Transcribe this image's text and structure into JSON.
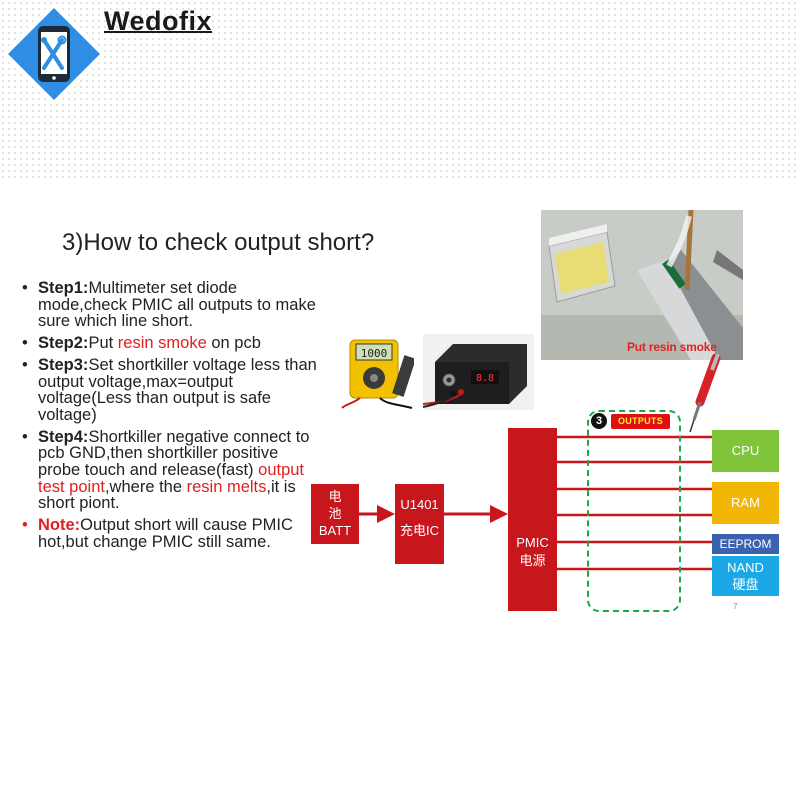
{
  "brand": {
    "name": "Wedofix",
    "colors": {
      "tile": "#2f8ee3",
      "phone": "#1d2a3a"
    }
  },
  "slide": {
    "title": "3)How to check output short?",
    "steps": [
      {
        "label": "Step1:",
        "parts": [
          {
            "text": "Multimeter set diode mode,check PMIC all outputs to make sure which line short."
          }
        ]
      },
      {
        "label": "Step2:",
        "parts": [
          {
            "text": "Put "
          },
          {
            "text": "resin smoke",
            "red": true
          },
          {
            "text": " on pcb"
          }
        ]
      },
      {
        "label": "Step3:",
        "parts": [
          {
            "text": "Set shortkiller voltage less than output voltage,max=output voltage(Less than output is safe voltage)"
          }
        ]
      },
      {
        "label": "Step4:",
        "parts": [
          {
            "text": "Shortkiller negative connect to pcb GND,then shortkiller positive probe touch and release(fast) "
          },
          {
            "text": "output test point",
            "red": true
          },
          {
            "text": ",where the "
          },
          {
            "text": "resin melts",
            "red": true
          },
          {
            "text": ",it is short piont."
          }
        ]
      },
      {
        "label": "Note:",
        "note": true,
        "parts": [
          {
            "text": "Output short will cause PMIC hot,but change PMIC still same."
          }
        ]
      }
    ],
    "page_number": "7"
  },
  "photos": {
    "resin_caption": "Put resin smoke",
    "multimeter_display": "1000",
    "shortkiller_display": "8.8"
  },
  "diagram": {
    "batt": {
      "line1": "电",
      "line2": "池",
      "line3": "BATT"
    },
    "charger": {
      "line1": "U1401",
      "line2": "充电IC"
    },
    "pmic": {
      "line1": "PMIC",
      "line2": "电源"
    },
    "outputs_badge": {
      "number": "3",
      "label": "OUTPUTS"
    },
    "targets": {
      "cpu": "CPU",
      "ram": "RAM",
      "eeprom": "EEPROM",
      "nand_line1": "NAND",
      "nand_line2": "硬盘"
    },
    "colors": {
      "block_red": "#c8161d",
      "cpu": "#80c43a",
      "ram": "#f2b705",
      "eeprom": "#3b62b0",
      "nand": "#1aa9e6",
      "dash_green": "#1ba84a"
    }
  }
}
